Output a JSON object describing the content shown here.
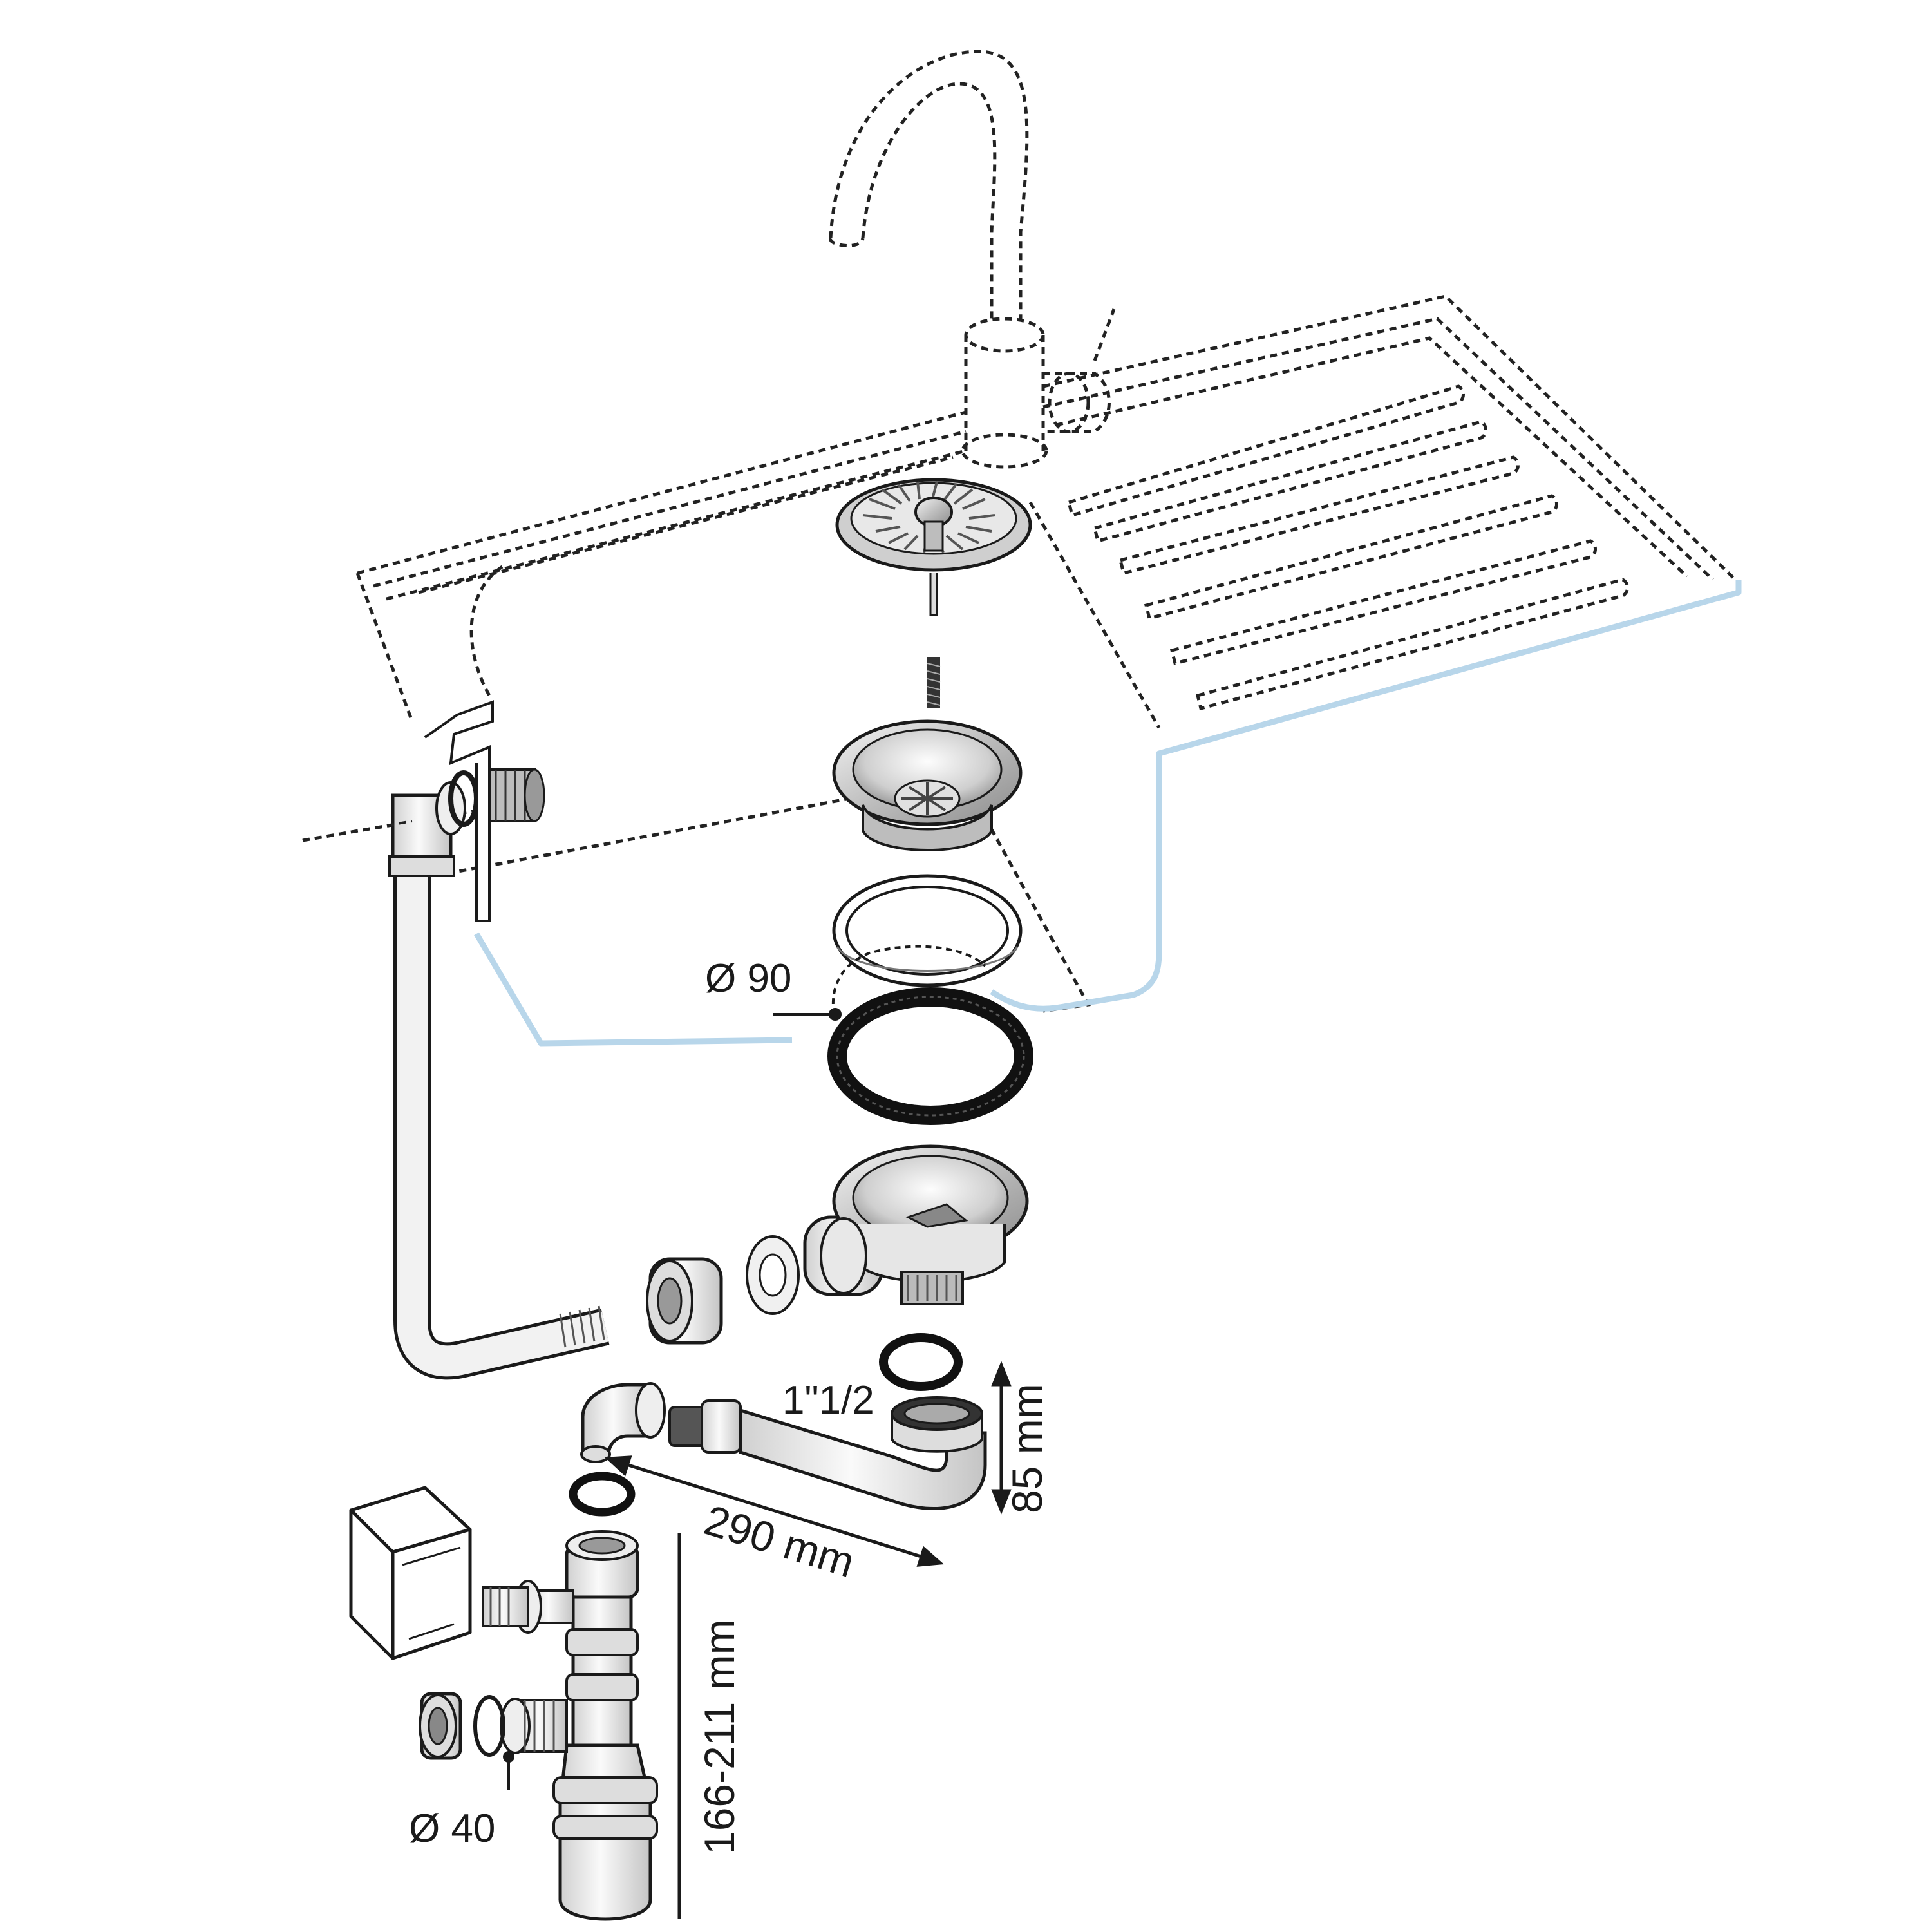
{
  "labels": {
    "basket_diameter": "Ø 90",
    "thread_size": "1\"1/2",
    "pipe_length": "290 mm",
    "height": "85 mm",
    "siphon_height": "166-211 mm",
    "outlet_diameter": "Ø 40"
  },
  "colors": {
    "line": "#1a1a1a",
    "dashed": "#222222",
    "sink_edge": "#b8d6ea",
    "metal_fill": "#d9d9d9",
    "metal_dark": "#8a8a8a",
    "plastic_fill": "#ececec",
    "gasket": "#111111"
  },
  "icons": [
    "faucet-icon",
    "sink-outline-icon",
    "strainer-basket-icon",
    "basket-screw-icon",
    "drain-bowl-icon",
    "flat-washer-icon",
    "rubber-gasket-icon",
    "overflow-bowl-icon",
    "overflow-hose-icon",
    "coupling-nut-icon",
    "cone-washer-icon",
    "o-ring-icon",
    "elbow-connector-icon",
    "extension-pipe-icon",
    "bottle-trap-icon",
    "washing-machine-icon",
    "hose-nozzle-icon",
    "compression-nut-icon"
  ]
}
